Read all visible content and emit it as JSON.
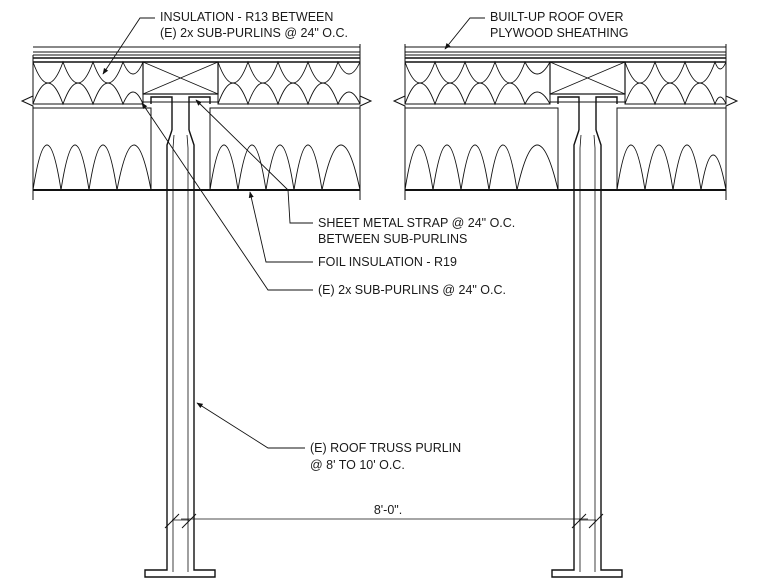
{
  "notes": {
    "insulation_r13_line1": "INSULATION - R13 BETWEEN",
    "insulation_r13_line2": "(E) 2x SUB-PURLINS @ 24\" O.C.",
    "built_up_roof_line1": "BUILT-UP ROOF OVER",
    "built_up_roof_line2": "PLYWOOD SHEATHING",
    "sheet_metal_strap_line1": "SHEET METAL STRAP @ 24\" O.C.",
    "sheet_metal_strap_line2": "BETWEEN SUB-PURLINS",
    "foil_insulation": "FOIL INSULATION - R19",
    "sub_purlins": "(E) 2x SUB-PURLINS @ 24\" O.C.",
    "roof_truss_purlin_line1": "(E) ROOF TRUSS PURLIN",
    "roof_truss_purlin_line2": "@ 8' TO 10' O.C."
  },
  "dimension": {
    "span": "8'-0\"."
  }
}
